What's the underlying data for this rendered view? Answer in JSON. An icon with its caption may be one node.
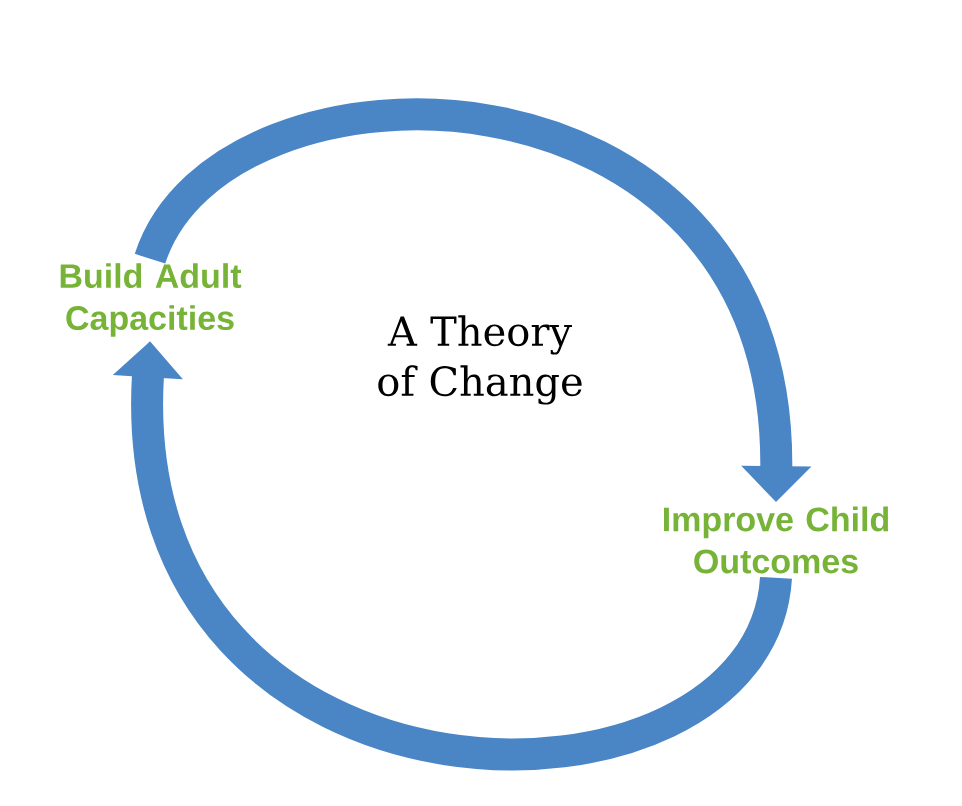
{
  "diagram": {
    "title": "A Theory of Change",
    "nodes": [
      {
        "text": [
          "Build Adult Capacities"
        ]
      },
      {
        "text": [
          "Improve Child Outcomes"
        ]
      }
    ],
    "edges": [
      {
        "from": 0,
        "to": 1,
        "arrow": "to"
      },
      {
        "from": 1,
        "to": 0,
        "arrow": "to"
      }
    ]
  }
}
